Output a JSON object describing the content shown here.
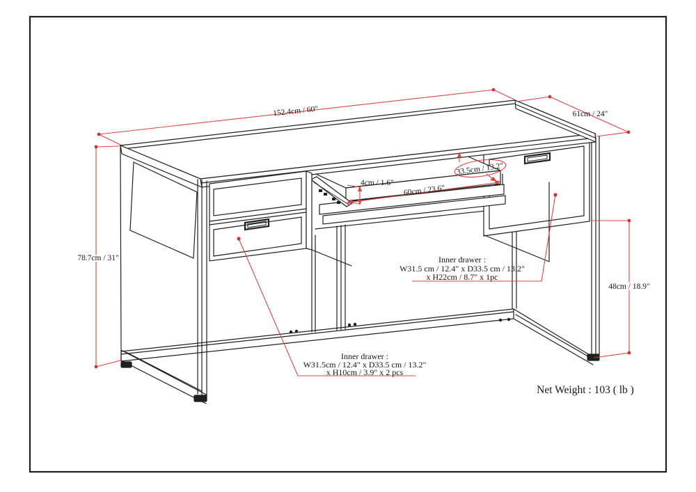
{
  "diagram": {
    "title_hint": "desk-assembly-dimension-diagram",
    "dimensions": {
      "length": "152.4cm / 60\"",
      "depth": "61cm / 24\"",
      "height": "78.7cm / 31\"",
      "tray_lip": "4cm / 1.6\"",
      "tray_width": "60cm / 23.6\"",
      "tray_depth": "33.5cm / 13.2\"",
      "clearance": "48cm / 18.9\""
    },
    "notes": {
      "right_drawer": {
        "line1": "Inner drawer :",
        "line2": "W31.5 cm / 12.4\" x D33.5 cm / 13.2\"",
        "line3": "x H22cm / 8.7\" x 1pc"
      },
      "left_drawer": {
        "line1": "Inner drawer :",
        "line2": "W31.5cm / 12.4\" x D33.5 cm / 13.2\"",
        "line3": "x H10cm / 3.9\" x 2 pcs"
      }
    },
    "net_weight": "Net Weight : 103 ( lb )",
    "colors": {
      "line": "#1f1f1f",
      "dimension": "#d94444",
      "dot": "#cf3333",
      "background": "#ffffff"
    }
  }
}
